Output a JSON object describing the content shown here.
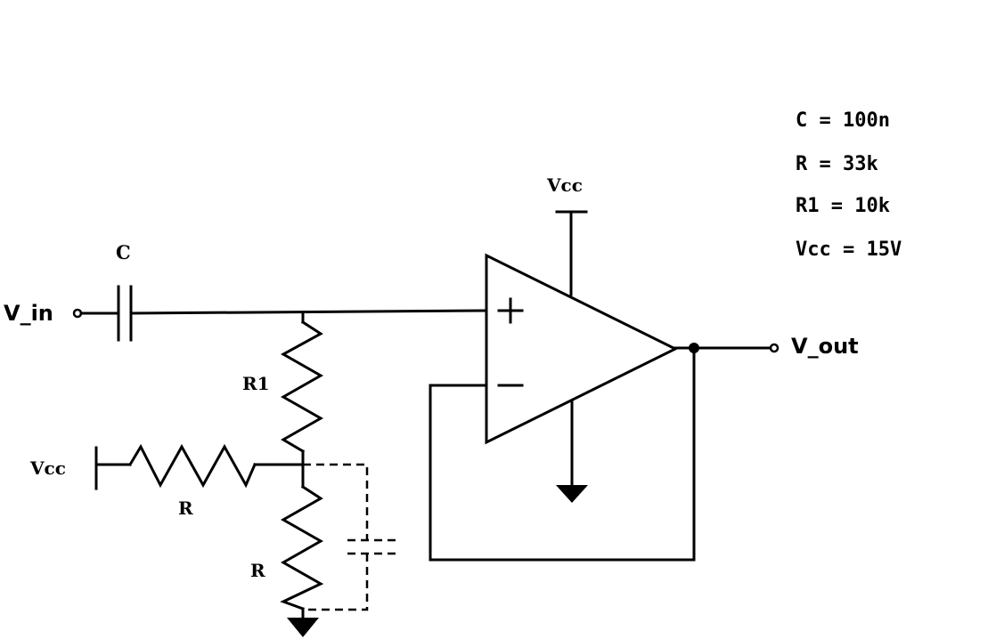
{
  "labels": {
    "vin": "V_in",
    "vout": "V_out",
    "cap": "C",
    "r1": "R1",
    "r_bias": "R",
    "r_lower": "R",
    "vcc_top": "Vcc",
    "vcc_left": "Vcc",
    "opamp_plus": "+",
    "opamp_minus": "−"
  },
  "values": {
    "c": "C = 100n",
    "r": "R = 33k",
    "r1": "R1 = 10k",
    "vcc": "Vcc = 15V"
  }
}
